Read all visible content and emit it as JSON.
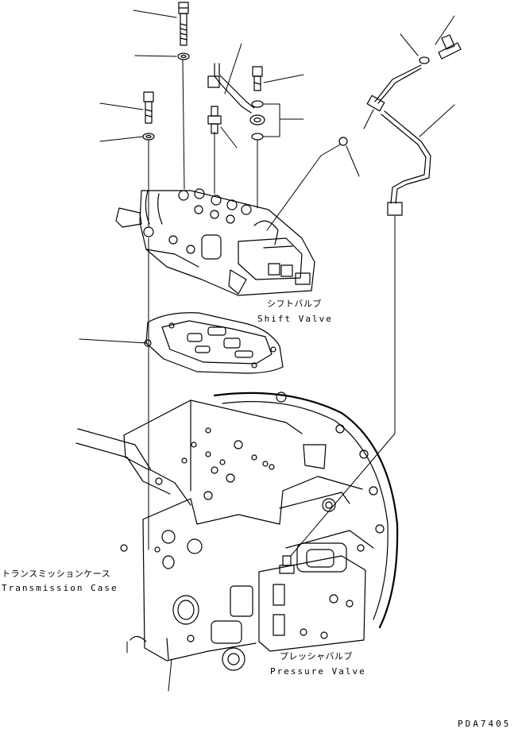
{
  "labels": {
    "shift_valve_jp": "シフトバルブ",
    "shift_valve_en": "Shift Valve",
    "transmission_case_jp": "トランスミッションケース",
    "transmission_case_en": "Transmission Case",
    "pressure_valve_jp": "プレッシャバルブ",
    "pressure_valve_en": "Pressure Valve",
    "drawing_code": "PDA7405"
  },
  "colors": {
    "line": "#000000",
    "background": "#ffffff"
  }
}
